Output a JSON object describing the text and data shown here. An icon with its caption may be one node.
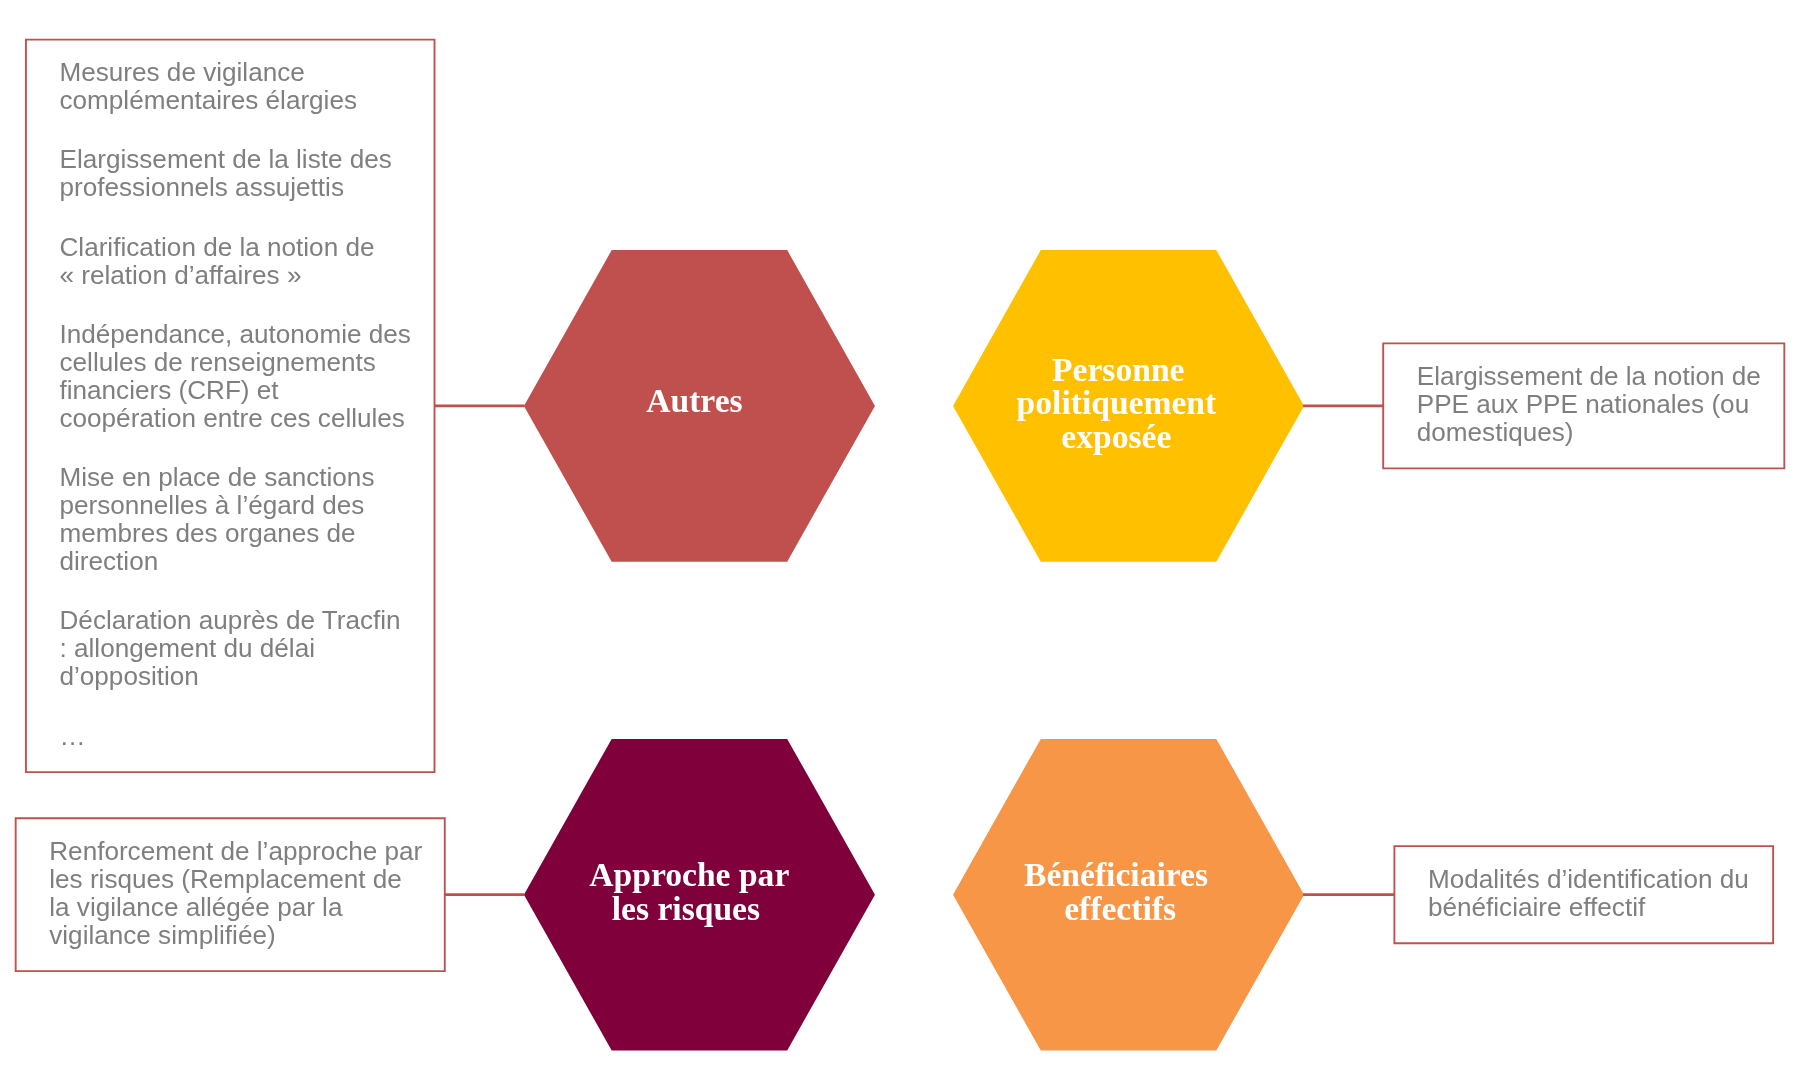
{
  "diagram": {
    "nodes": [
      {
        "text": [
          "Renforcement de l’approche par les risques (Remplacement de la vigilance allégée par la vigilance simplifiée)"
        ]
      },
      {
        "text": [
          "Mesures de vigilance complémentaires élargies",
          "Elargissement de la liste des professionnels assujettis",
          "Clarification de la notion de « relation d’affaires »",
          "Indépendance, autonomie des cellules de renseignements financiers (CRF) et coopération entre ces cellules",
          "Mise en place de sanctions personnelles à l’égard des membres des organes de direction",
          "Déclaration auprès de Tracfin : allongement du délai d’opposition",
          "…"
        ]
      },
      {
        "text": [
          "Approche par les risques"
        ]
      },
      {
        "text": [
          "Bénéficiaires effectifs"
        ]
      },
      {
        "text": [
          "Autres"
        ]
      },
      {
        "text": [
          "Personne politiquement exposée"
        ]
      },
      {
        "text": [
          "Modalités d’identification du bénéficiaire effectif"
        ]
      },
      {
        "text": [
          "Elargissement de la notion de PPE aux PPE nationales (ou domestiques)"
        ]
      }
    ],
    "edges": [
      {
        "from": 0,
        "to": 2,
        "arrow": "none"
      },
      {
        "from": 1,
        "to": 4,
        "arrow": "none"
      },
      {
        "from": 3,
        "to": 6,
        "arrow": "none"
      },
      {
        "from": 5,
        "to": 7,
        "arrow": "none"
      }
    ]
  }
}
